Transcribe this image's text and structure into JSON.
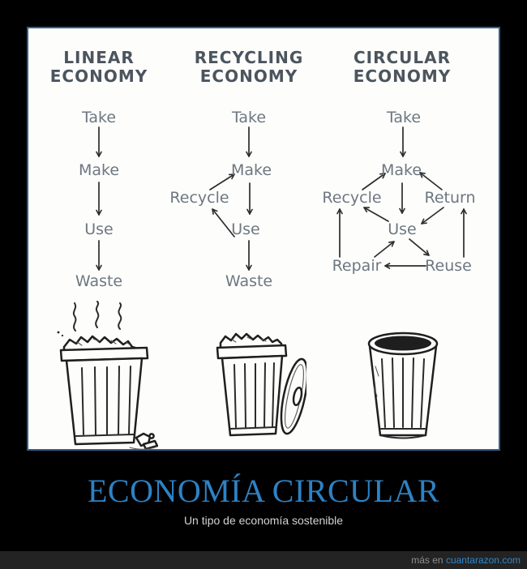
{
  "diagram": {
    "columns": [
      {
        "title": [
          "LINEAR",
          "ECONOMY"
        ],
        "nodes": [
          "Take",
          "Make",
          "Use",
          "Waste"
        ],
        "edges": [
          [
            "Take",
            "Make"
          ],
          [
            "Make",
            "Use"
          ],
          [
            "Use",
            "Waste"
          ]
        ],
        "bin_icon": "overflowing-smelly-trash-can"
      },
      {
        "title": [
          "RECYCLING",
          "ECONOMY"
        ],
        "nodes": [
          "Take",
          "Make",
          "Recycle",
          "Use",
          "Waste"
        ],
        "edges": [
          [
            "Take",
            "Make"
          ],
          [
            "Make",
            "Use"
          ],
          [
            "Use",
            "Recycle"
          ],
          [
            "Recycle",
            "Make"
          ],
          [
            "Use",
            "Waste"
          ]
        ],
        "bin_icon": "full-trash-can-with-leaning-lid"
      },
      {
        "title": [
          "CIRCULAR",
          "ECONOMY"
        ],
        "nodes": [
          "Take",
          "Make",
          "Recycle",
          "Return",
          "Use",
          "Repair",
          "Reuse"
        ],
        "edges": [
          [
            "Take",
            "Make"
          ],
          [
            "Make",
            "Use"
          ],
          [
            "Recycle",
            "Make"
          ],
          [
            "Return",
            "Make"
          ],
          [
            "Use",
            "Recycle"
          ],
          [
            "Return",
            "Use"
          ],
          [
            "Use",
            "Reuse"
          ],
          [
            "Repair",
            "Use"
          ],
          [
            "Reuse",
            "Repair"
          ],
          [
            "Repair",
            "Recycle"
          ],
          [
            "Reuse",
            "Return"
          ]
        ],
        "bin_icon": "empty-open-trash-can"
      }
    ]
  },
  "caption": {
    "title": "ECONOMÍA CIRCULAR",
    "subtitle": "Un tipo de economía sostenible"
  },
  "watermark": {
    "prefix": "más en ",
    "site": "cuantarazon.com"
  },
  "colors": {
    "title_blue": "#2e82c4",
    "panel_border_blue": "#31618d",
    "header_gray": "#4c555d",
    "node_gray": "#6e7780",
    "footer_bar": "#232323"
  }
}
